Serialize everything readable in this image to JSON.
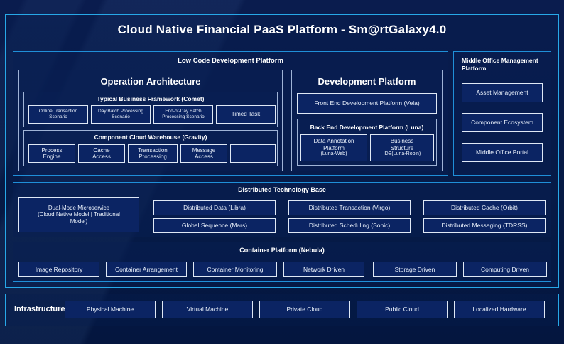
{
  "page": {
    "title": "Cloud Native Financial PaaS Platform - Sm@rtGalaxy4.0"
  },
  "colors": {
    "background": "#04163f",
    "panel_accent": "#27a8e8",
    "panel_border": "#1f8fd8",
    "box_border": "#dfe8f5",
    "box_fill": "#0b2463",
    "text": "#ffffff"
  },
  "low_code": {
    "header": "Low Code Development Platform",
    "operation_architecture": {
      "header": "Operation Architecture",
      "typical_business_framework": {
        "header": "Typical Business Framework (Comet)",
        "items": [
          {
            "line1": "Online Transaction",
            "line2": "Scenario"
          },
          {
            "line1": "Day Batch Processing",
            "line2": "Scenario"
          },
          {
            "line1": "End-of-Day Batch",
            "line2": "Processing Scenario"
          },
          {
            "line1": "Timed Task",
            "line2": ""
          }
        ]
      },
      "component_cloud_warehouse": {
        "header": "Component Cloud Warehouse (Gravity)",
        "items": [
          {
            "line1": "Process",
            "line2": "Engine"
          },
          {
            "line1": "Cache",
            "line2": "Access"
          },
          {
            "line1": "Transaction",
            "line2": "Processing"
          },
          {
            "line1": "Message",
            "line2": "Access"
          },
          {
            "line1": "……",
            "line2": ""
          }
        ]
      }
    },
    "development_platform": {
      "header": "Development Platform",
      "front_end": "Front End Development Platform (Vela)",
      "back_end": {
        "header": "Back End Development Platform (Luna)",
        "items": [
          {
            "line1": "Data Annotation",
            "line2": "Platform",
            "line3": "(Luna-Web)"
          },
          {
            "line1": "Business",
            "line2": "Structure",
            "line3": "IDE(Luna-Robin)"
          }
        ]
      }
    }
  },
  "middle_office": {
    "header_line1": "Middle Office Management",
    "header_line2": "Platform",
    "items": [
      "Asset Management",
      "Component Ecosystem",
      "Middle Office Portal"
    ]
  },
  "distributed_base": {
    "header": "Distributed Technology Base",
    "dual_mode": {
      "line1": "Dual-Mode Microservice",
      "line2": "(Cloud Native Model | Traditional",
      "line3": "Model)"
    },
    "grid": [
      "Distributed Data (Libra)",
      "Distributed Transaction (Virgo)",
      "Distributed Cache (Orbit)",
      "Global Sequence (Mars)",
      "Distributed Scheduling (Sonic)",
      "Distributed Messaging (TDRSS)"
    ]
  },
  "container_platform": {
    "header": "Container Platform (Nebula)",
    "items": [
      "Image Repository",
      "Container Arrangement",
      "Container Monitoring",
      "Network Driven",
      "Storage Driven",
      "Computing Driven"
    ]
  },
  "infrastructure": {
    "label": "Infrastructure",
    "items": [
      "Physical Machine",
      "Virtual Machine",
      "Private Cloud",
      "Public Cloud",
      "Localized Hardware"
    ]
  }
}
